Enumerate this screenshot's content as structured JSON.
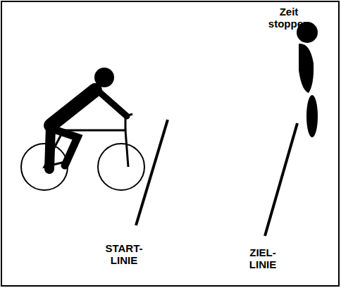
{
  "diagram": {
    "labels": [
      "Zeit stoppen",
      "START- LINIE",
      "ZIEL- LINIE"
    ]
  }
}
